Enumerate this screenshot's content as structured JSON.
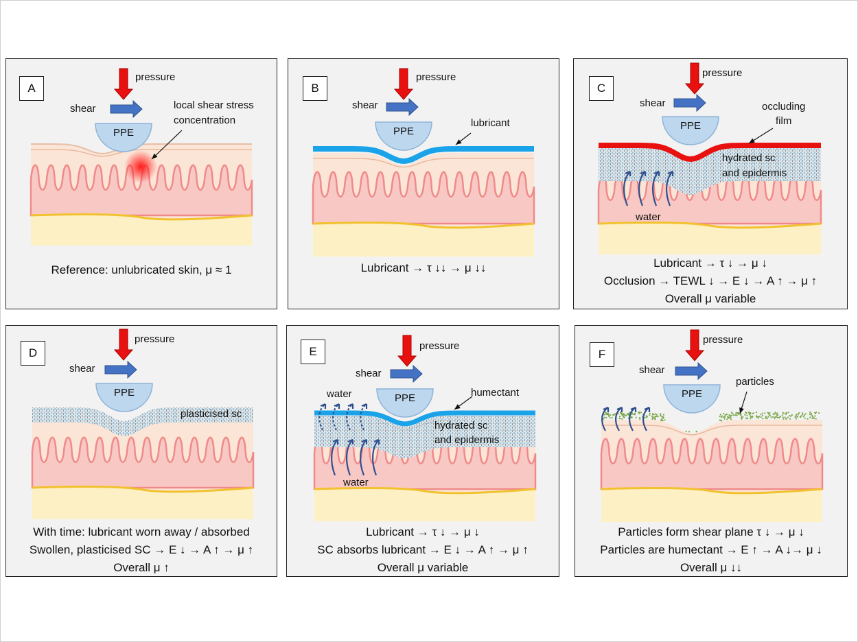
{
  "panels": {
    "A": {
      "label": "A",
      "pressure": "pressure",
      "shear": "shear",
      "ppe": "PPE",
      "annotation": [
        "local shear stress",
        "concentration"
      ],
      "caption": [
        "Reference: unlubricated skin, μ  ≈ 1"
      ]
    },
    "B": {
      "label": "B",
      "pressure": "pressure",
      "shear": "shear",
      "ppe": "PPE",
      "annotation": [
        "lubricant"
      ],
      "caption": [
        "Lubricant → τ ↓↓ → μ ↓↓"
      ]
    },
    "C": {
      "label": "C",
      "pressure": "pressure",
      "shear": "shear",
      "ppe": "PPE",
      "annotation": [
        "occluding",
        "film"
      ],
      "inner": [
        "hydrated sc",
        "and epidermis"
      ],
      "water": "water",
      "caption": [
        "Lubricant → τ ↓ → μ ↓",
        "Occlusion → TEWL ↓ → E ↓ → A ↑ → μ ↑",
        "Overall μ  variable"
      ]
    },
    "D": {
      "label": "D",
      "pressure": "pressure",
      "shear": "shear",
      "ppe": "PPE",
      "annotation": [
        "plasticised sc"
      ],
      "caption": [
        "With time: lubricant worn away / absorbed",
        "Swollen, plasticised SC → E ↓ → A ↑ → μ ↑",
        "Overall μ ↑"
      ]
    },
    "E": {
      "label": "E",
      "pressure": "pressure",
      "shear": "shear",
      "ppe": "PPE",
      "annotation": [
        "humectant"
      ],
      "inner": [
        "hydrated sc",
        "and epidermis"
      ],
      "water_top": "water",
      "water": "water",
      "caption": [
        "Lubricant → τ ↓ → μ ↓",
        "SC absorbs lubricant → E ↓ → A ↑ → μ ↑",
        "Overall μ variable"
      ]
    },
    "F": {
      "label": "F",
      "pressure": "pressure",
      "shear": "shear",
      "ppe": "PPE",
      "annotation": [
        "particles"
      ],
      "caption": [
        "Particles form shear plane τ ↓ → μ ↓",
        "Particles are humectant → E ↑ → A ↓→ μ ↓",
        "Overall μ ↓↓"
      ]
    }
  },
  "colors": {
    "pressure_arrow": "#e8110f",
    "shear_arrow": "#4472c4",
    "ppe_fill": "#bdd7ee",
    "epidermis": "#fbe5d6",
    "dermis": "#f8c9c4",
    "papillae": "#f08a8a",
    "fat": "#fdf0c4",
    "fat_line": "#f2c12e",
    "lubricant": "#1aa3e8",
    "occluding_film": "#e8110f",
    "particles": "#7aa84a",
    "water_arrows": "#2f4f8f"
  }
}
